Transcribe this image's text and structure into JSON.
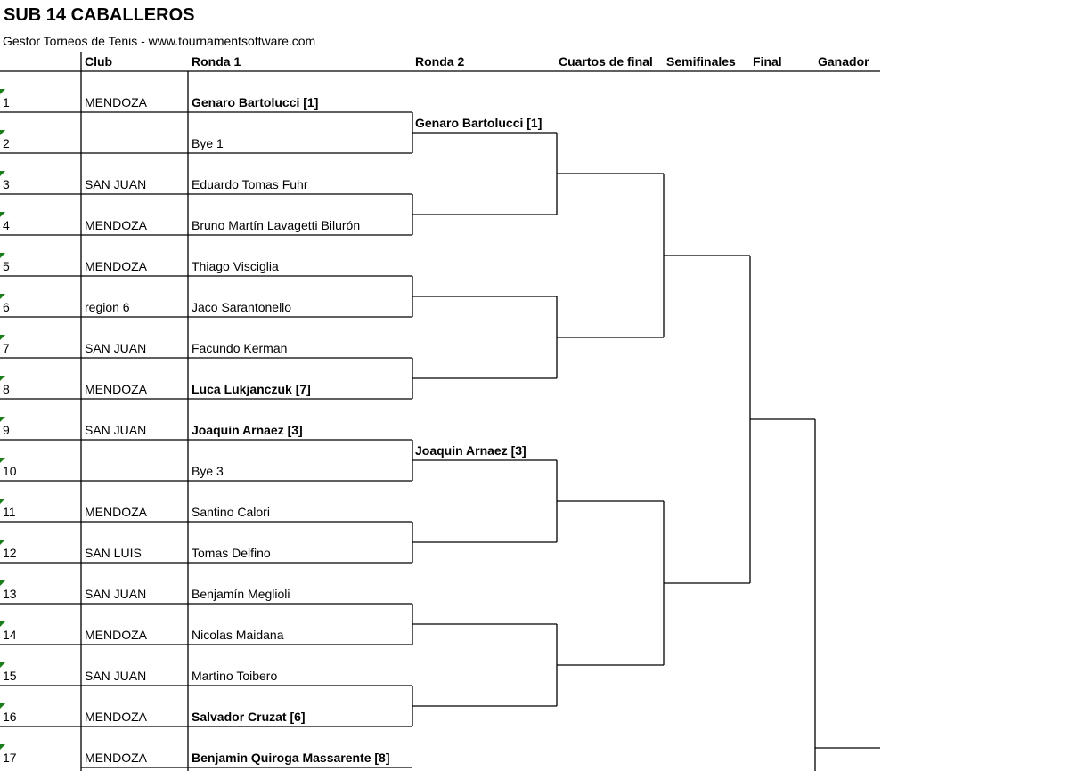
{
  "title": "SUB 14 CABALLEROS",
  "subtitle": "Gestor Torneos de Tenis - www.tournamentsoftware.com",
  "headers": {
    "club": "Club",
    "r1": "Ronda 1",
    "r2": "Ronda 2",
    "qf": "Cuartos de final",
    "sf": "Semifinales",
    "final": "Final",
    "winner": "Ganador"
  },
  "colors": {
    "marker": "#1a7f1a"
  },
  "draw": [
    {
      "num": "1",
      "club": "MENDOZA",
      "player": "Genaro Bartolucci [1]",
      "seed": true
    },
    {
      "num": "2",
      "club": "",
      "player": "Bye 1",
      "seed": false
    },
    {
      "num": "3",
      "club": "SAN JUAN",
      "player": "Eduardo Tomas Fuhr",
      "seed": false
    },
    {
      "num": "4",
      "club": "MENDOZA",
      "player": "Bruno Martín Lavagetti Bilurón",
      "seed": false
    },
    {
      "num": "5",
      "club": "MENDOZA",
      "player": "Thiago Visciglia",
      "seed": false
    },
    {
      "num": "6",
      "club": "region 6",
      "player": "Jaco Sarantonello",
      "seed": false
    },
    {
      "num": "7",
      "club": "SAN JUAN",
      "player": "Facundo Kerman",
      "seed": false
    },
    {
      "num": "8",
      "club": "MENDOZA",
      "player": "Luca Lukjanczuk [7]",
      "seed": true
    },
    {
      "num": "9",
      "club": "SAN JUAN",
      "player": "Joaquin Arnaez [3]",
      "seed": true
    },
    {
      "num": "10",
      "club": "",
      "player": "Bye 3",
      "seed": false
    },
    {
      "num": "11",
      "club": "MENDOZA",
      "player": "Santino Calori",
      "seed": false
    },
    {
      "num": "12",
      "club": "SAN LUIS",
      "player": "Tomas Delfino",
      "seed": false
    },
    {
      "num": "13",
      "club": "SAN JUAN",
      "player": "Benjamín Meglioli",
      "seed": false
    },
    {
      "num": "14",
      "club": "MENDOZA",
      "player": "Nicolas Maidana",
      "seed": false
    },
    {
      "num": "15",
      "club": "SAN JUAN",
      "player": "Martino Toibero",
      "seed": false
    },
    {
      "num": "16",
      "club": "MENDOZA",
      "player": "Salvador Cruzat [6]",
      "seed": true
    },
    {
      "num": "17",
      "club": "MENDOZA",
      "player": "Benjamin Quiroga Massarente [8]",
      "seed": true
    }
  ],
  "round2": [
    {
      "slot": 0,
      "player": "Genaro Bartolucci [1]"
    },
    {
      "slot": 4,
      "player": "Joaquin Arnaez [3]"
    }
  ]
}
